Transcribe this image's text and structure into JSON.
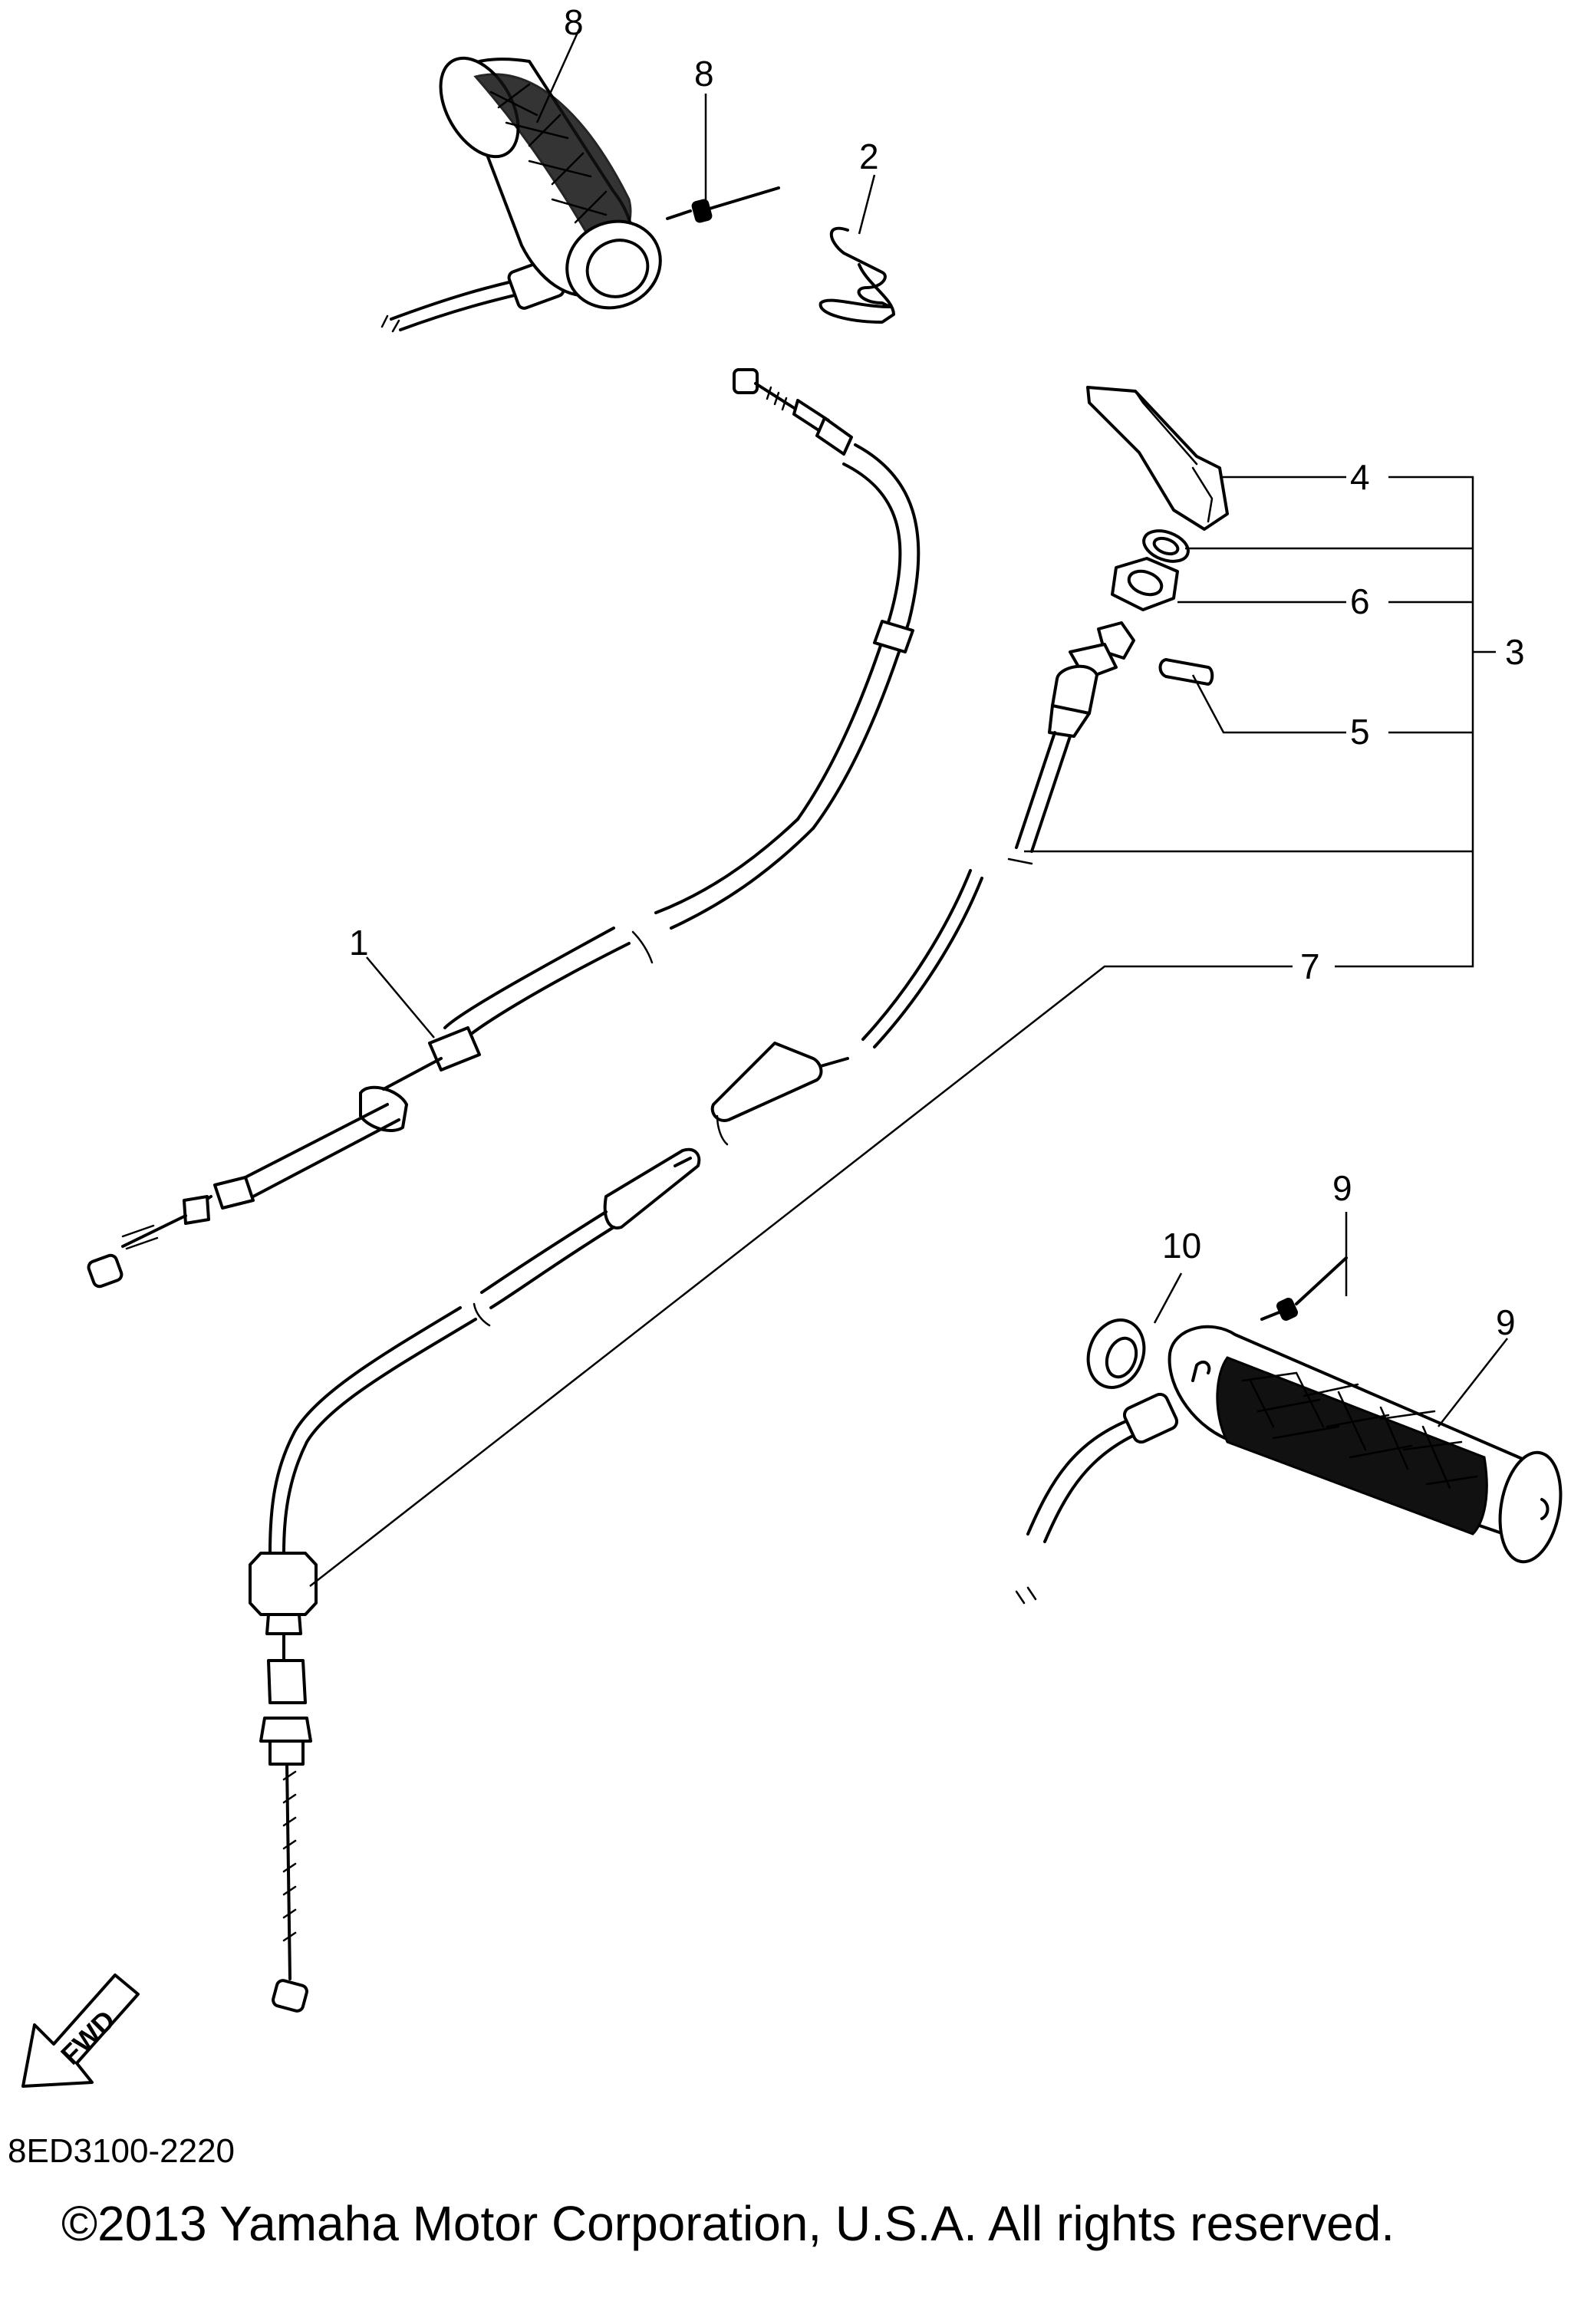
{
  "diagram": {
    "callouts": [
      {
        "id": "c1",
        "text": "1"
      },
      {
        "id": "c2",
        "text": "2"
      },
      {
        "id": "c3",
        "text": "3"
      },
      {
        "id": "c4",
        "text": "4"
      },
      {
        "id": "c5",
        "text": "5"
      },
      {
        "id": "c6",
        "text": "6"
      },
      {
        "id": "c7",
        "text": "7"
      },
      {
        "id": "c8a",
        "text": "8"
      },
      {
        "id": "c8b",
        "text": "8"
      },
      {
        "id": "c9a",
        "text": "9"
      },
      {
        "id": "c9b",
        "text": "9"
      },
      {
        "id": "c10",
        "text": "10"
      }
    ],
    "direction_arrow": {
      "text": "FWD"
    },
    "drawing_code": "8ED3100-2220",
    "copyright": "©2013 Yamaha Motor Corporation, U.S.A. All rights reserved."
  }
}
